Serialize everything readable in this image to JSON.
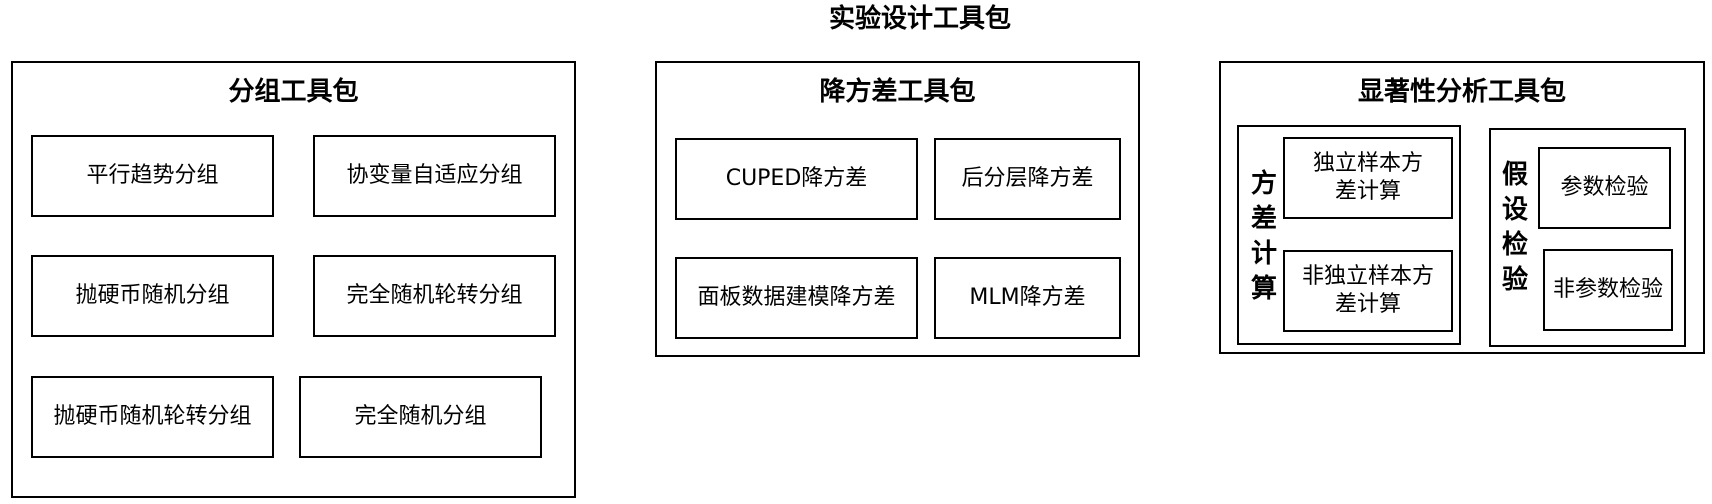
{
  "title": "实验设计工具包",
  "grouping": {
    "title": "分组工具包",
    "items": [
      "平行趋势分组",
      "协变量自适应分组",
      "抛硬币随机分组",
      "完全随机轮转分组",
      "抛硬币随机轮转分组",
      "完全随机分组"
    ]
  },
  "variance_reduction": {
    "title": "降方差工具包",
    "items": [
      "CUPED降方差",
      "后分层降方差",
      "面板数据建模降方差",
      "MLM降方差"
    ]
  },
  "significance": {
    "title": "显著性分析工具包",
    "variance_calc": {
      "label": "方差计算",
      "items": [
        "独立样本方差计算",
        "非独立样本方差计算"
      ]
    },
    "hypothesis_test": {
      "label": "假设检验",
      "items": [
        "参数检验",
        "非参数检验"
      ]
    }
  }
}
